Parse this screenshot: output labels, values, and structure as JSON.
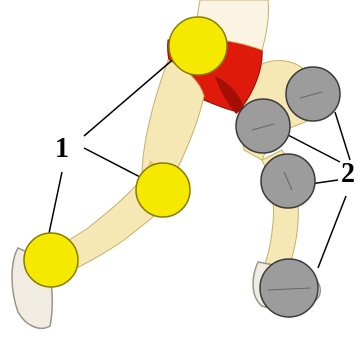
{
  "labels": {
    "group_1": "1",
    "group_2": "2"
  },
  "colors": {
    "background": "#ffffff",
    "skin": "#f6e8b4",
    "skin_shadow": "#e4c97a",
    "shorts": "#e01a0a",
    "shorts_shadow": "#a30f05",
    "sole": "#f1ece2",
    "yellow_circle_fill": "#f5e900",
    "yellow_circle_stroke": "#8a7a00",
    "gray_circle_fill": "#9c9c9c",
    "gray_circle_stroke": "#3a3a3a",
    "leader_line": "#000000"
  },
  "circle_groups": [
    {
      "label": "1",
      "color": "yellow",
      "count": 3
    },
    {
      "label": "2",
      "color": "gray",
      "count": 4
    }
  ]
}
